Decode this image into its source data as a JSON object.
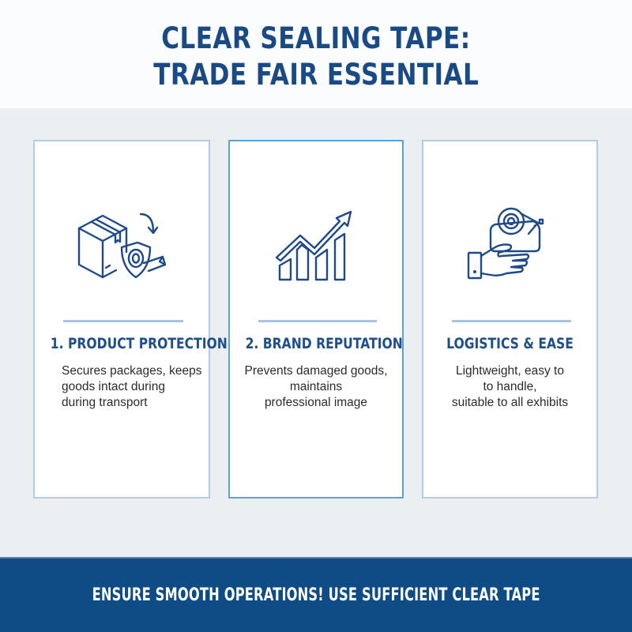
{
  "header": {
    "title_line_1": "CLEAR SEALING TAPE:",
    "title_line_2": "TRADE FAIR ESSENTIAL"
  },
  "cards": [
    {
      "icon": "box-with-tape-shield-icon",
      "title": "1. PRODUCT PROTECTION",
      "description_lines": [
        "Secures packages, keeps",
        "goods intact during",
        "during transport"
      ]
    },
    {
      "icon": "rising-bar-chart-icon",
      "title": "2. BRAND REPUTATION",
      "description_lines": [
        "Prevents damaged goods,",
        "maintains",
        "professional image"
      ]
    },
    {
      "icon": "hand-holding-tape-dispenser-icon",
      "title": "LOGISTICS & EASE",
      "description_lines": [
        "Lightweight, easy to",
        "to handle,",
        "suitable to all exhibits"
      ]
    }
  ],
  "banner": {
    "text": "ENSURE SMOOTH OPERATIONS! USE SUFFICIENT CLEAR TAPE"
  },
  "colors": {
    "primary_blue": "#1d4f8c",
    "banner_blue": "#0f4b85",
    "card_border": "#b3cbe6",
    "card_border_highlight": "#5aa3d6",
    "background": "#eceff2"
  }
}
